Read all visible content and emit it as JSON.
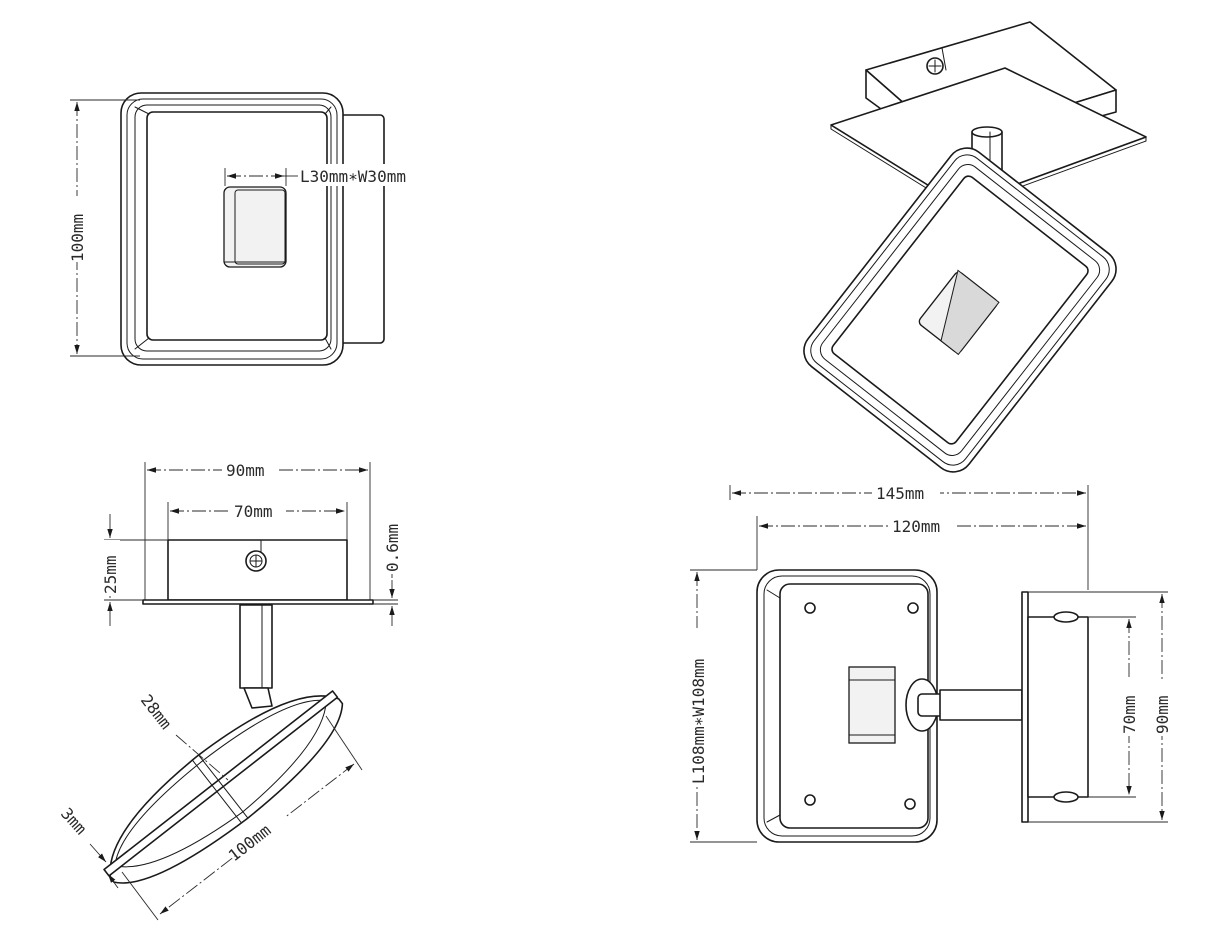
{
  "dimensions": {
    "front_height": "100mm",
    "led_size": "L30mm∗W30mm",
    "side_width": "90mm",
    "base_width": "70mm",
    "base_height": "25mm",
    "plate_thickness": "0.6mm",
    "head_depth": "28mm",
    "head_edge": "3mm",
    "head_length": "100mm",
    "total_depth": "145mm",
    "head_depth_rear": "120mm",
    "head_size": "L108mm∗W108mm",
    "mount_inner": "70mm",
    "mount_outer": "90mm"
  }
}
